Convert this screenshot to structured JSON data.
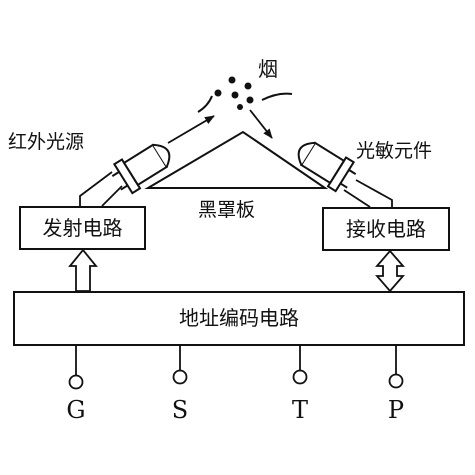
{
  "labels": {
    "smoke": "烟",
    "ir_source": "红外光源",
    "photo_sensor": "光敏元件",
    "black_cover": "黑罩板",
    "emit_circuit": "发射电路",
    "receive_circuit": "接收电路",
    "address_circuit": "地址编码电路"
  },
  "pins": [
    "G",
    "S",
    "T",
    "P"
  ],
  "colors": {
    "ink": "#111111",
    "background": "#ffffff"
  }
}
